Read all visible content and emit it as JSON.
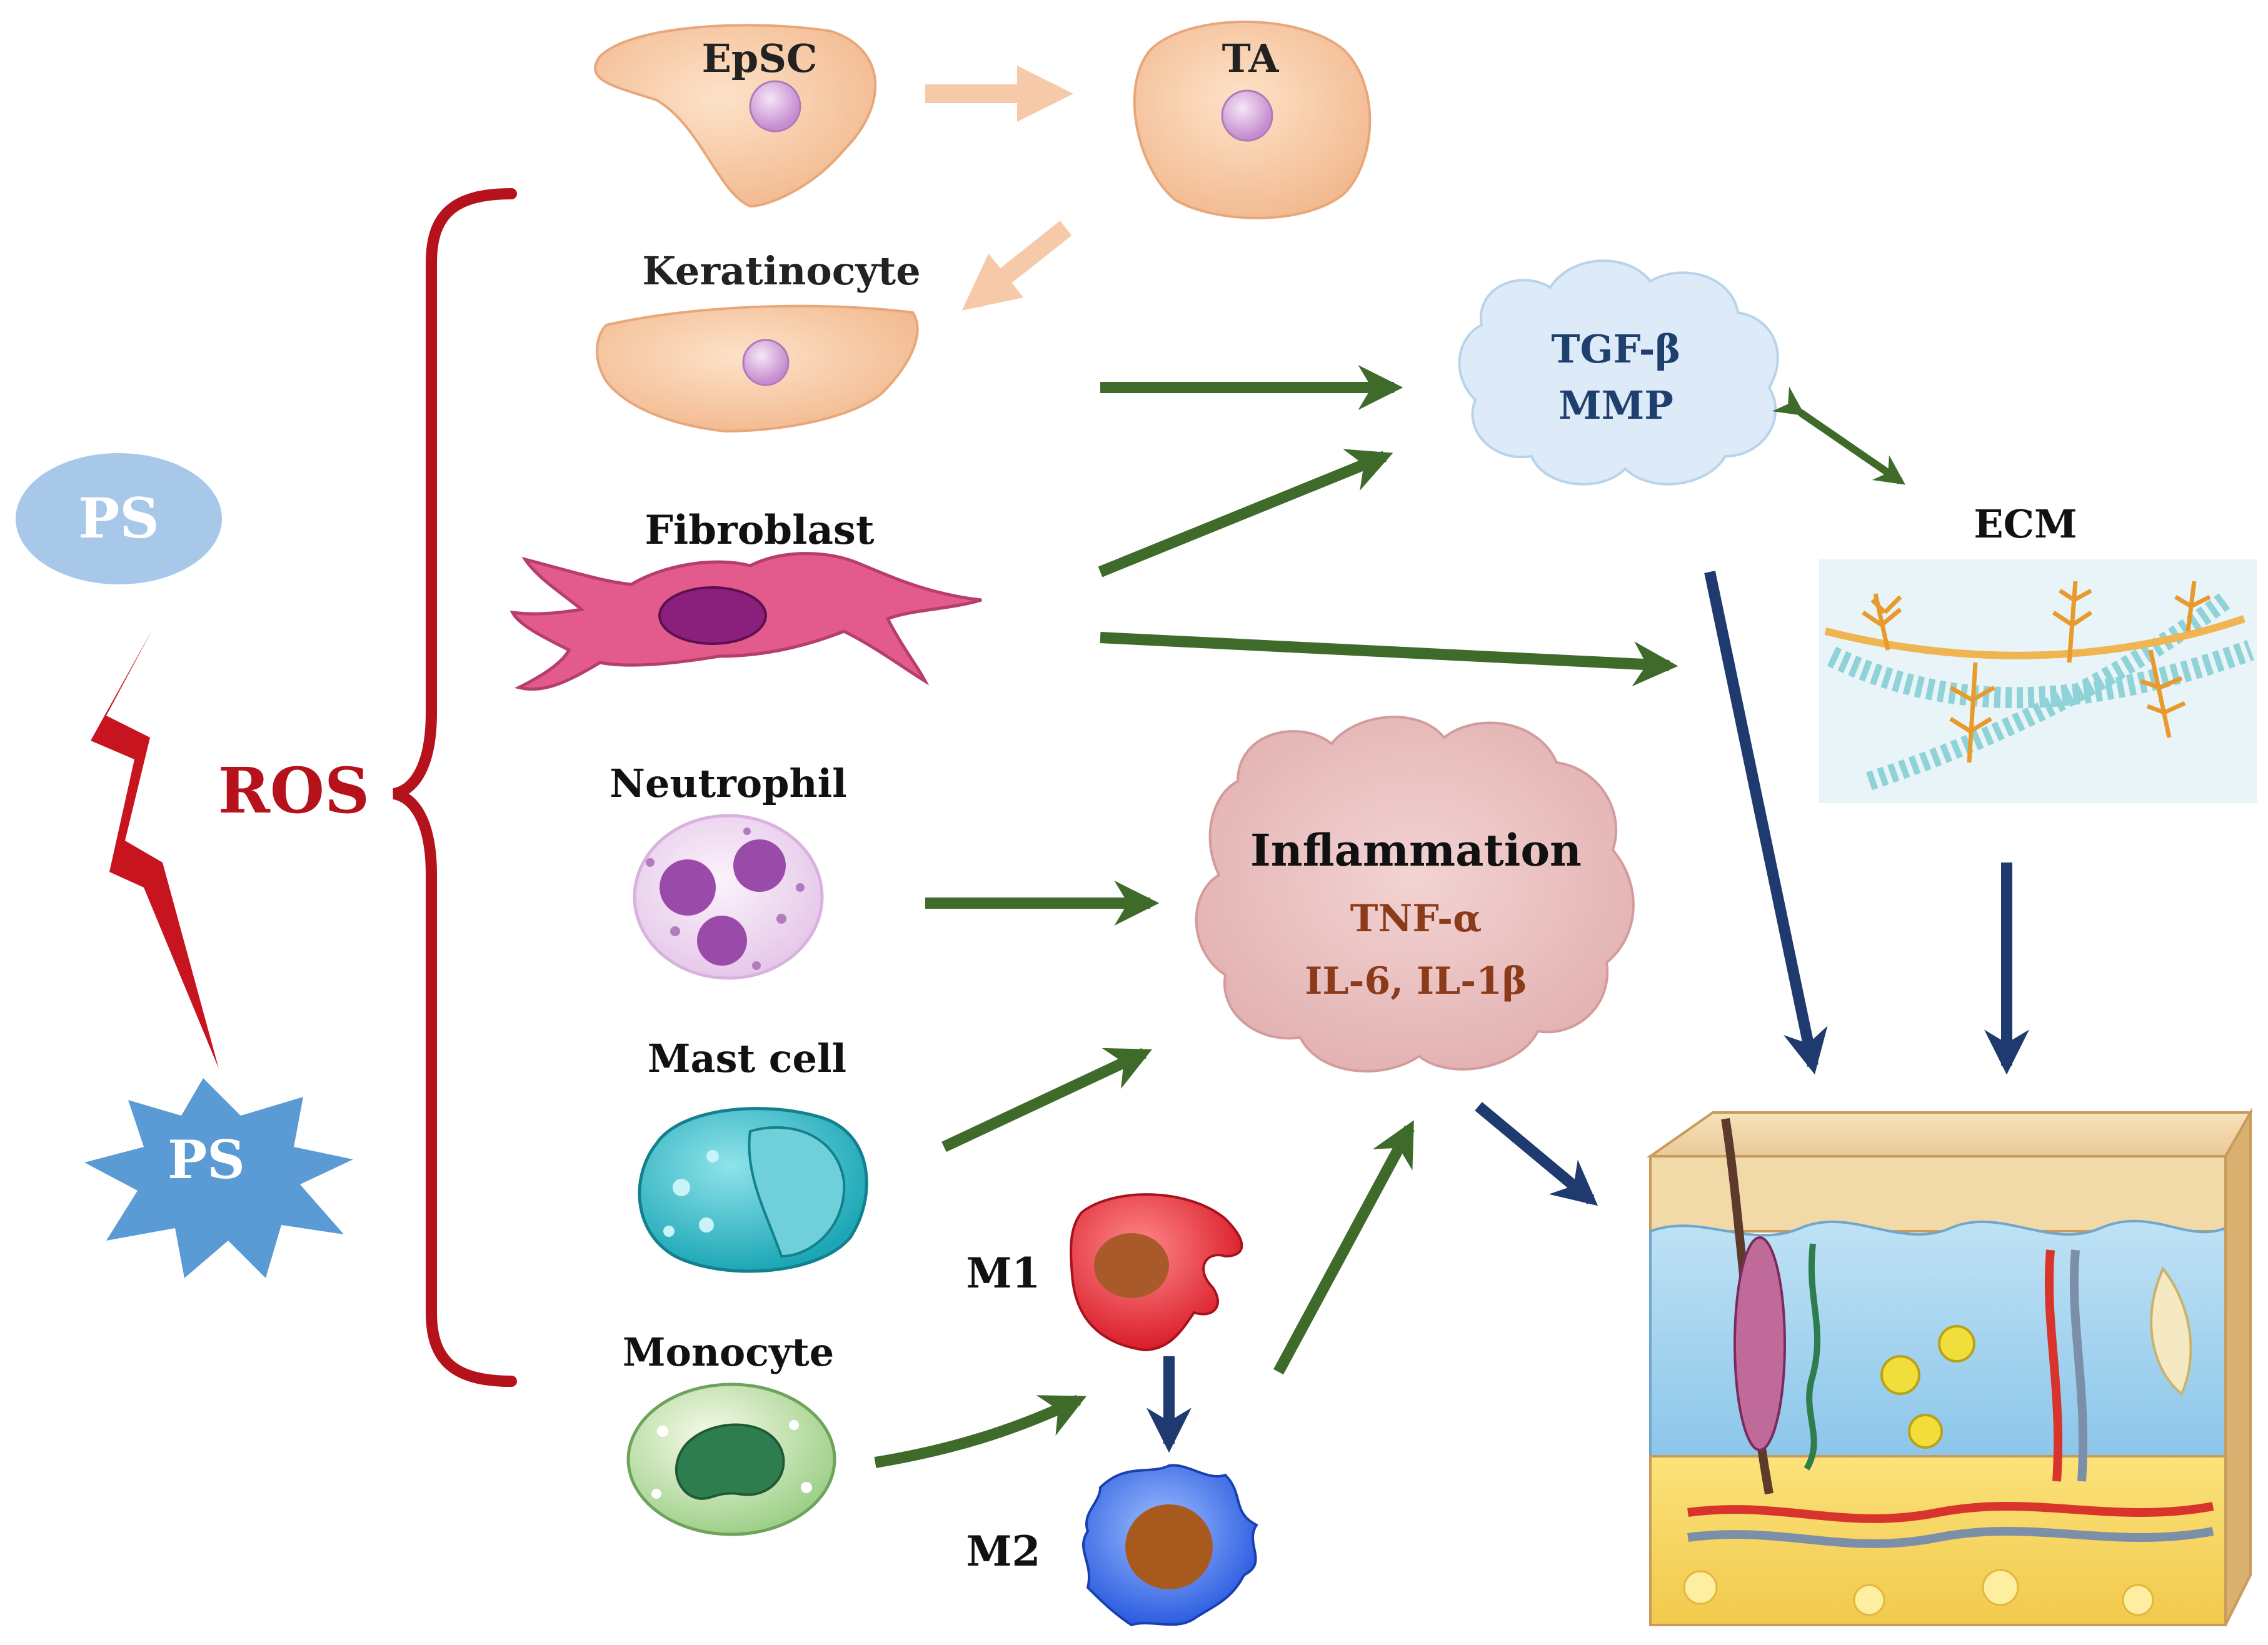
{
  "photosensitizer": {
    "ground_label": "PS",
    "excited_label": "PS"
  },
  "ros_label": "ROS",
  "epidermal_lineage": {
    "stem_cell": "EpSC",
    "transit_amplifying": "TA",
    "keratinocyte": "Keratinocyte"
  },
  "cells": {
    "fibroblast": "Fibroblast",
    "neutrophil": "Neutrophil",
    "mast_cell": "Mast cell",
    "monocyte": "Monocyte",
    "m1": "M1",
    "m2": "M2"
  },
  "growth_factors": {
    "line1": "TGF-β",
    "line2": "MMP"
  },
  "inflammation": {
    "title": "Inflammation",
    "line1": "TNF-α",
    "line2": "IL-6, IL-1β"
  },
  "ecm_label": "ECM",
  "colors": {
    "ros_red": "#b5121b",
    "pathway_green": "#3f6b2a",
    "navy_arrow": "#1f3a6e",
    "lineage_arrow": "#f6c9a8",
    "ps_blue": "#5b9bd5",
    "cytokine_text": "#8b3a1a"
  }
}
